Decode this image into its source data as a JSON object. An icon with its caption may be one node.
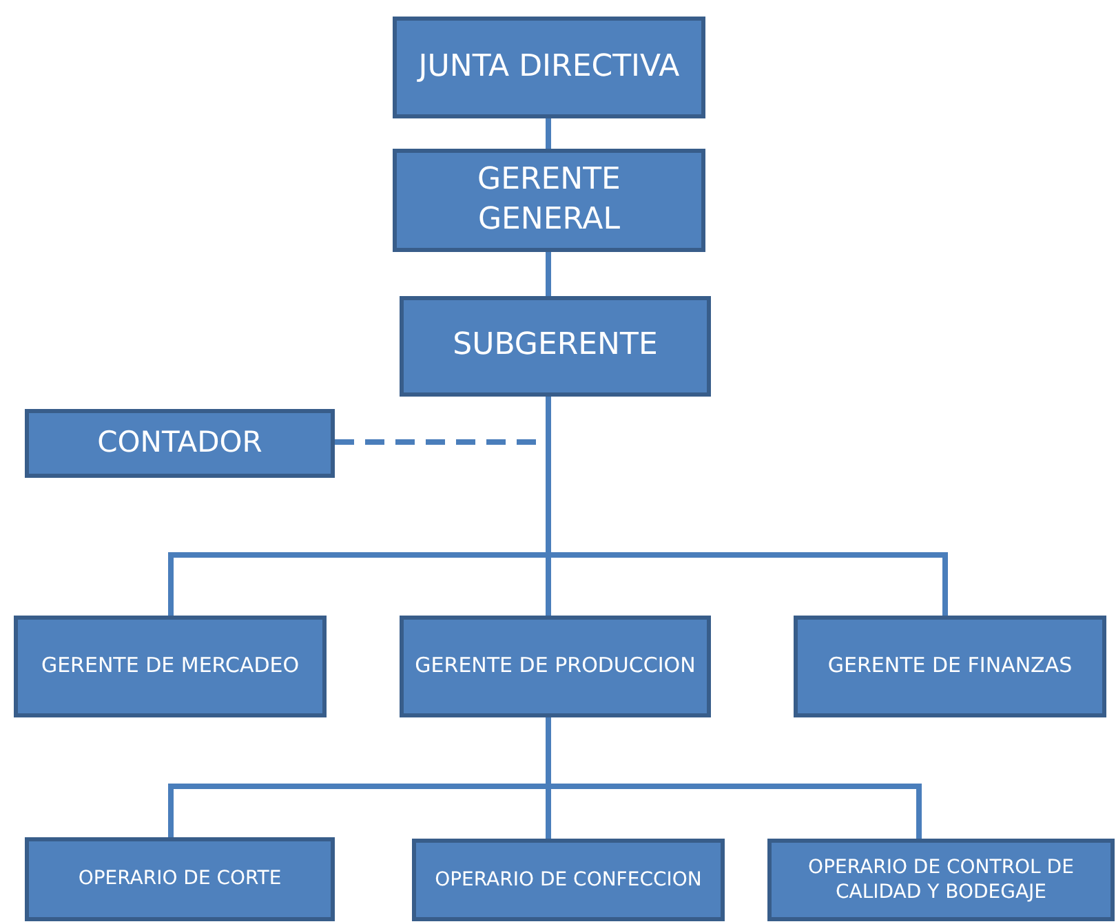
{
  "diagram": {
    "nodes": [
      {
        "text": [
          "JUNTA DIRECTIVA"
        ]
      },
      {
        "text": [
          "GERENTE GENERAL"
        ]
      },
      {
        "text": [
          "SUBGERENTE"
        ]
      },
      {
        "text": [
          "CONTADOR"
        ]
      },
      {
        "text": [
          "GERENTE DE MERCADEO"
        ]
      },
      {
        "text": [
          "GERENTE DE PRODUCCION"
        ]
      },
      {
        "text": [
          "GERENTE DE FINANZAS"
        ]
      },
      {
        "text": [
          "OPERARIO DE CORTE"
        ]
      },
      {
        "text": [
          "OPERARIO DE CONFECCION"
        ]
      },
      {
        "text": [
          "OPERARIO DE CONTROL DE CALIDAD Y BODEGAJE"
        ]
      }
    ],
    "edges": [
      {
        "from": 0,
        "to": 1,
        "arrow": "none"
      },
      {
        "from": 1,
        "to": 2,
        "arrow": "none"
      },
      {
        "from": 3,
        "to": 2,
        "arrow": "none",
        "style": "dashed"
      },
      {
        "from": 2,
        "to": 4,
        "arrow": "none"
      },
      {
        "from": 2,
        "to": 5,
        "arrow": "none"
      },
      {
        "from": 2,
        "to": 6,
        "arrow": "none"
      },
      {
        "from": 5,
        "to": 7,
        "arrow": "none"
      },
      {
        "from": 5,
        "to": 8,
        "arrow": "none"
      },
      {
        "from": 5,
        "to": 9,
        "arrow": "none"
      }
    ]
  }
}
